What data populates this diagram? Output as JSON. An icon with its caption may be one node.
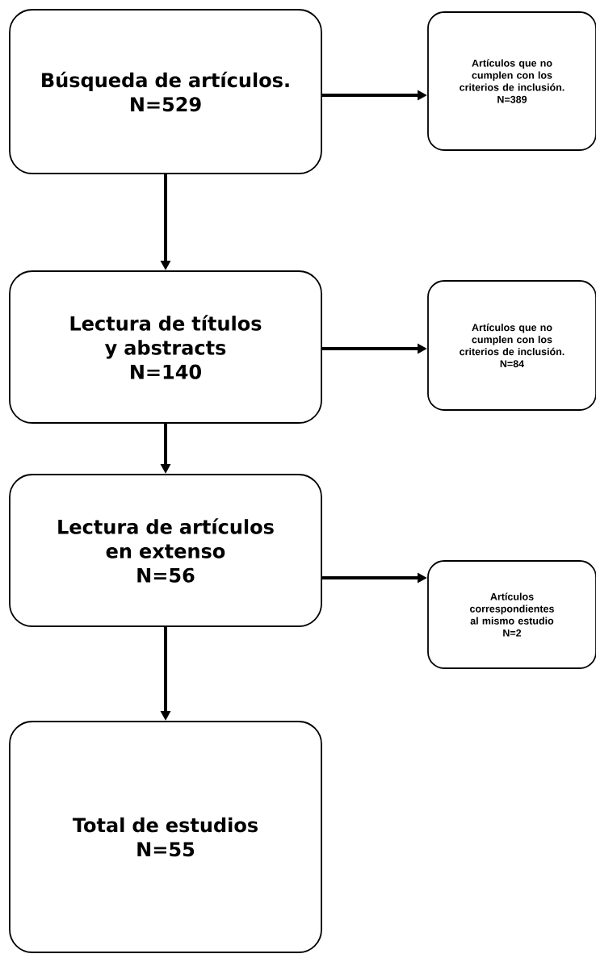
{
  "diagram": {
    "nodes": [
      {
        "text": [
          "Búsqueda de artículos.",
          "N=529"
        ]
      },
      {
        "text": [
          "Artículos que no cumplen con los criterios de inclusión.",
          "N=389"
        ]
      },
      {
        "text": [
          "Lectura de títulos y abstracts",
          "N=140"
        ]
      },
      {
        "text": [
          "Artículos que no cumplen con los criterios de inclusión.",
          "N=84"
        ]
      },
      {
        "text": [
          "Lectura de artículos en extenso",
          "N=56"
        ]
      },
      {
        "text": [
          "Artículos correspondientes al mismo estudio",
          "N=2"
        ]
      },
      {
        "text": [
          "Total de estudios",
          "N=55"
        ]
      }
    ],
    "edges": [
      {
        "from": 0,
        "to": 1,
        "arrow": "to"
      },
      {
        "from": 0,
        "to": 2,
        "arrow": "to"
      },
      {
        "from": 2,
        "to": 3,
        "arrow": "to"
      },
      {
        "from": 2,
        "to": 4,
        "arrow": "to"
      },
      {
        "from": 4,
        "to": 5,
        "arrow": "to"
      },
      {
        "from": 4,
        "to": 6,
        "arrow": "to"
      }
    ]
  }
}
